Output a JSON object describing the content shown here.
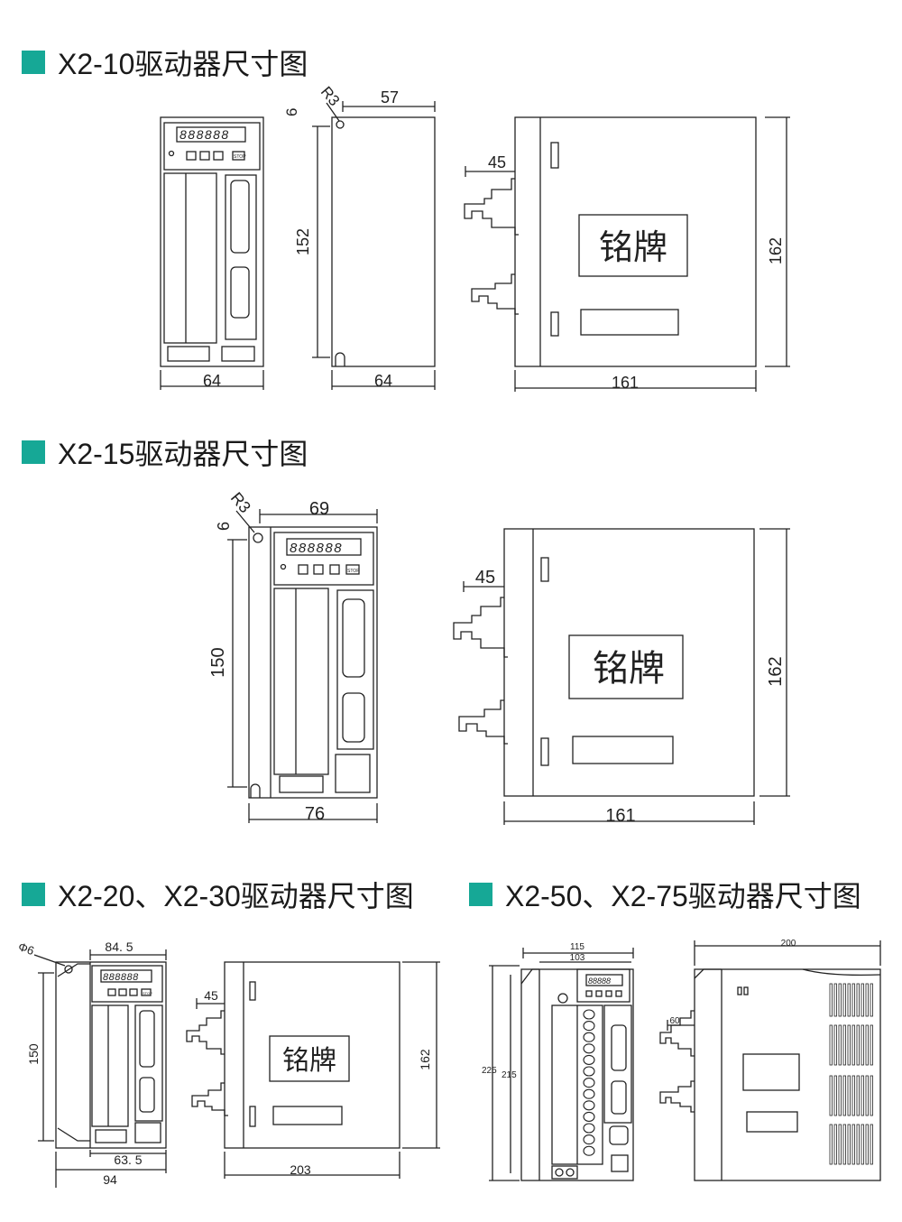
{
  "colors": {
    "accent": "#16a896",
    "line": "#222222"
  },
  "sections": [
    {
      "title": "X2-10驱动器尺寸图",
      "dims": {
        "front_w": "64",
        "side_w": "64",
        "r": "R3",
        "hole": "6",
        "side_top": "57",
        "side_h": "152",
        "right_w": "161",
        "right_h": "162",
        "conn": "45"
      },
      "nameplate": "铭牌",
      "display": "888888",
      "key_stop": "STOP"
    },
    {
      "title": "X2-15驱动器尺寸图",
      "dims": {
        "r": "R3",
        "hole": "6",
        "top_w": "69",
        "h": "150",
        "bottom_w": "76",
        "right_w": "161",
        "right_h": "162",
        "conn": "45"
      },
      "nameplate": "铭牌",
      "display": "888888",
      "key_stop": "STOP"
    },
    {
      "title": "X2-20、X2-30驱动器尺寸图",
      "dims": {
        "phi": "Φ6",
        "top_w": "84. 5",
        "h": "150",
        "inner_w": "63. 5",
        "outer_w": "94",
        "right_w": "203",
        "right_h": "162",
        "conn": "45"
      },
      "nameplate": "铭牌",
      "display": "888888",
      "key_stop": "STOP"
    },
    {
      "title": "X2-50、X2-75驱动器尺寸图",
      "dims": {
        "w_outer": "115",
        "w_inner": "103",
        "h_outer": "225",
        "h_inner": "215",
        "depth": "200",
        "conn": "60"
      },
      "display": "88888"
    }
  ]
}
